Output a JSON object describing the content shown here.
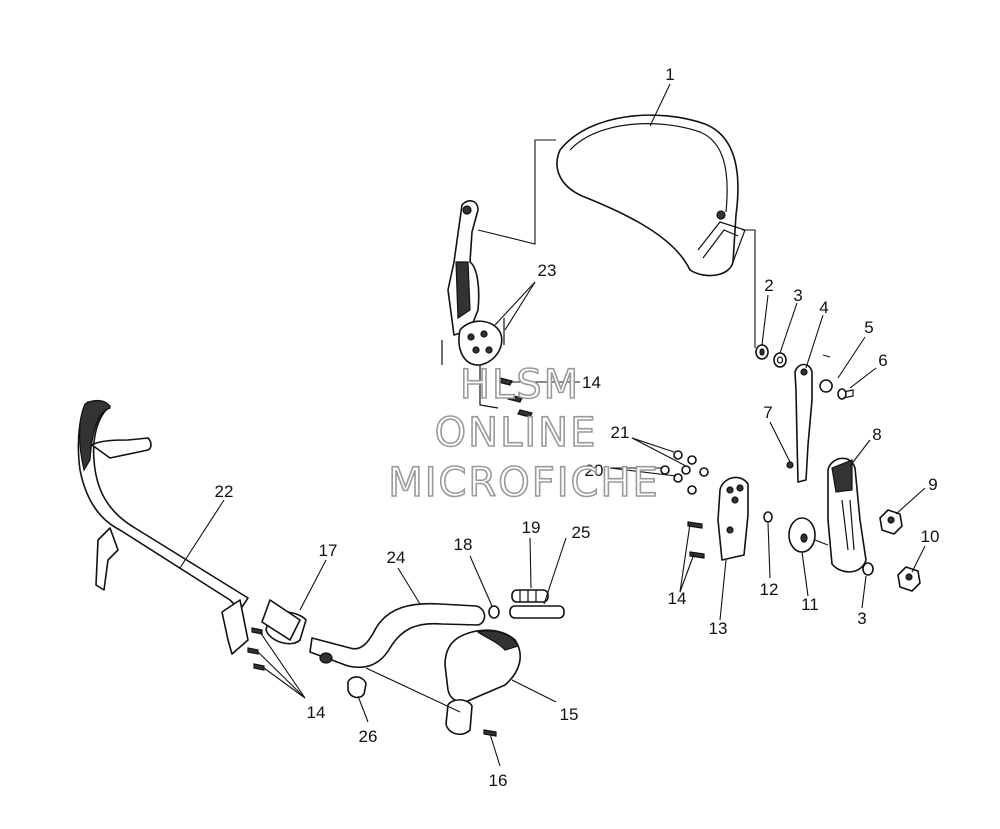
{
  "watermark": {
    "line1": "HLSM",
    "line2": "ONLINE",
    "line3": "MICROFICHE",
    "color": "#9a9a9a"
  },
  "callouts": [
    {
      "id": "c1",
      "text": "1"
    },
    {
      "id": "c2",
      "text": "2"
    },
    {
      "id": "c3a",
      "text": "3"
    },
    {
      "id": "c4",
      "text": "4"
    },
    {
      "id": "c5",
      "text": "5"
    },
    {
      "id": "c6",
      "text": "6"
    },
    {
      "id": "c7",
      "text": "7"
    },
    {
      "id": "c8",
      "text": "8"
    },
    {
      "id": "c9",
      "text": "9"
    },
    {
      "id": "c10",
      "text": "10"
    },
    {
      "id": "c3b",
      "text": "3"
    },
    {
      "id": "c11",
      "text": "11"
    },
    {
      "id": "c12",
      "text": "12"
    },
    {
      "id": "c13",
      "text": "13"
    },
    {
      "id": "c14a",
      "text": "14"
    },
    {
      "id": "c14b",
      "text": "14"
    },
    {
      "id": "c14c",
      "text": "14"
    },
    {
      "id": "c15",
      "text": "15"
    },
    {
      "id": "c16",
      "text": "16"
    },
    {
      "id": "c17",
      "text": "17"
    },
    {
      "id": "c18",
      "text": "18"
    },
    {
      "id": "c19",
      "text": "19"
    },
    {
      "id": "c20",
      "text": "20"
    },
    {
      "id": "c21",
      "text": "21"
    },
    {
      "id": "c22",
      "text": "22"
    },
    {
      "id": "c23",
      "text": "23"
    },
    {
      "id": "c24",
      "text": "24"
    },
    {
      "id": "c25",
      "text": "25"
    },
    {
      "id": "c26",
      "text": "26"
    }
  ]
}
